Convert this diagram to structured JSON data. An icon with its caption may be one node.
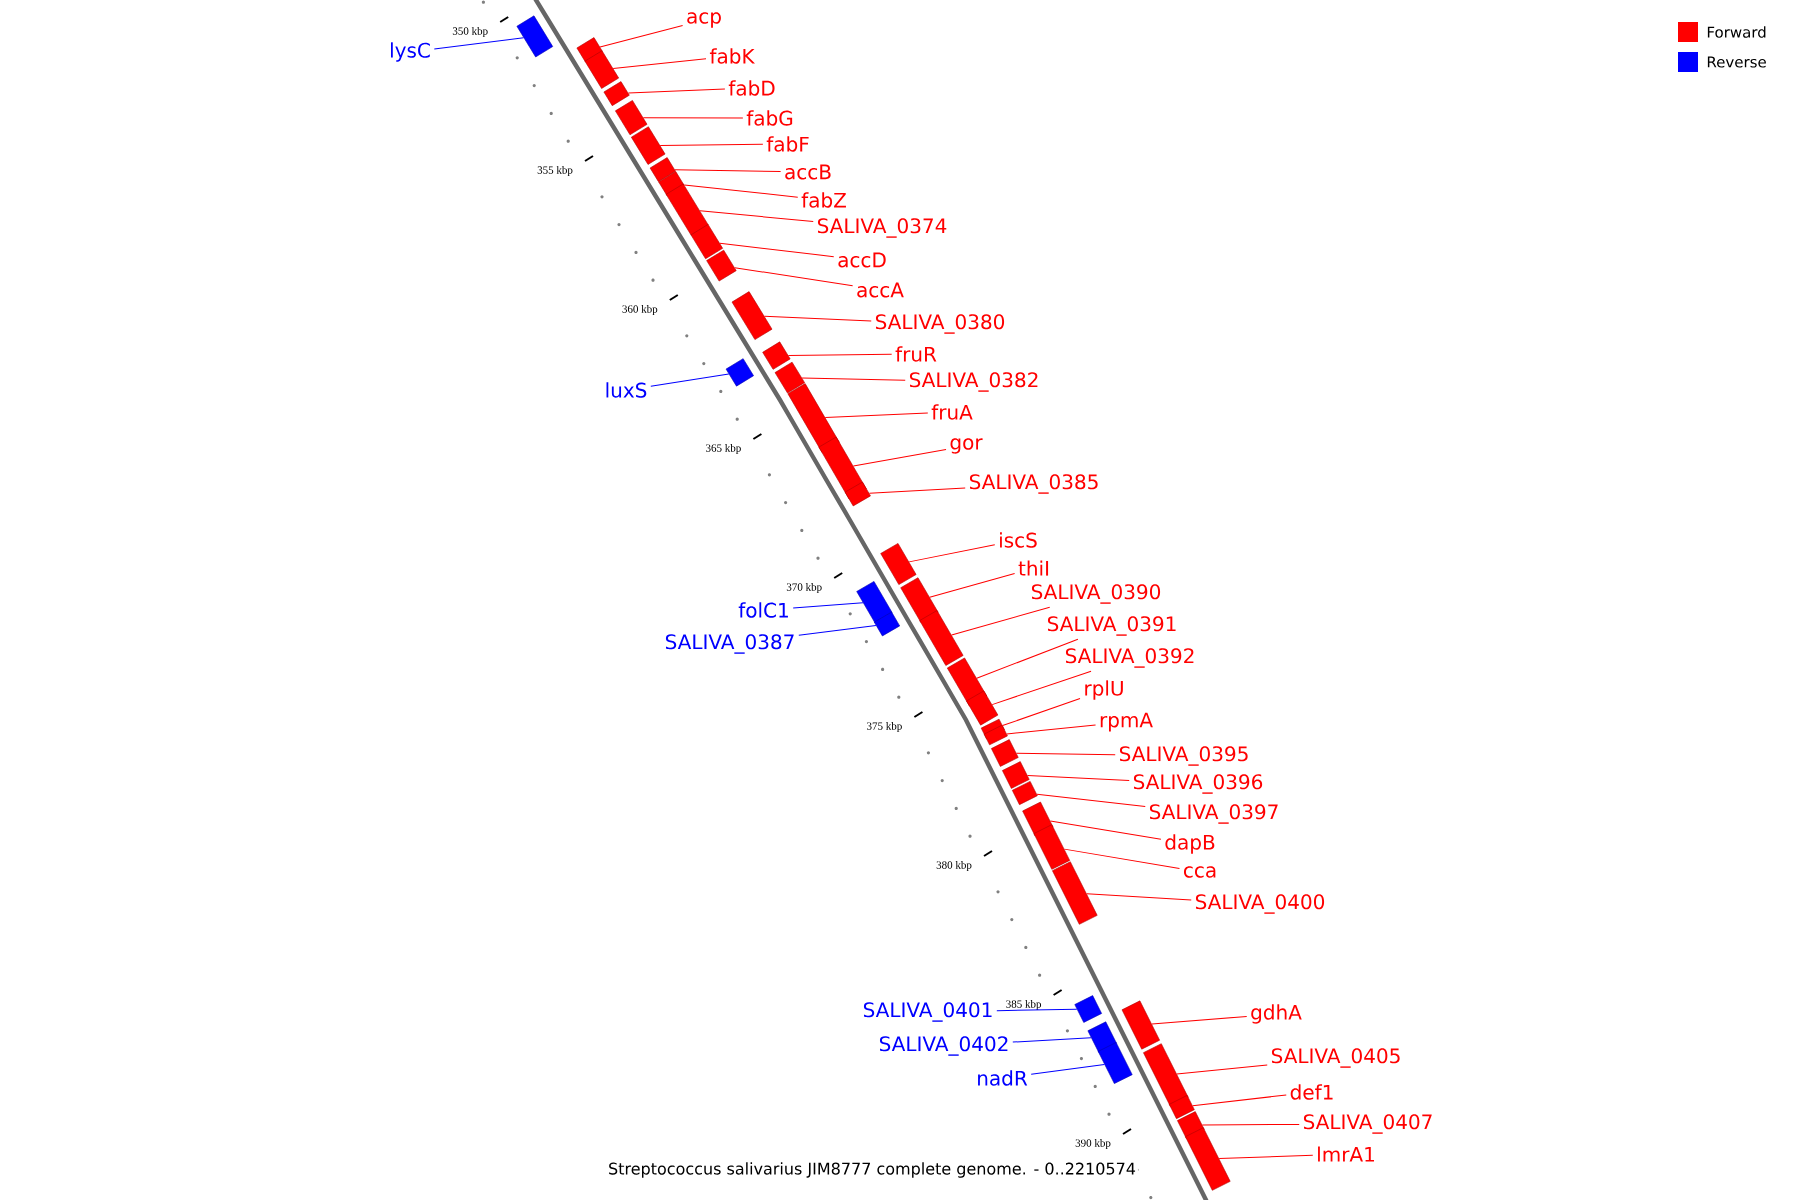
{
  "diagram": {
    "caption": "Streptococcus salivarius JIM8777 complete genome. - 0..2210574",
    "nodes": [
      {
        "text": [
          "lysC"
        ]
      },
      {
        "text": [],
        "shape": "bar"
      },
      {
        "text": [
          "acp"
        ]
      },
      {
        "text": [],
        "shape": "bar"
      },
      {
        "text": [
          "fabK"
        ]
      },
      {
        "text": [],
        "shape": "bar"
      },
      {
        "text": [
          "fabD"
        ]
      },
      {
        "text": [],
        "shape": "bar"
      },
      {
        "text": [
          "fabG"
        ]
      },
      {
        "text": [],
        "shape": "bar"
      },
      {
        "text": [
          "fabF"
        ]
      },
      {
        "text": [],
        "shape": "bar"
      },
      {
        "text": [
          "accB"
        ]
      },
      {
        "text": [],
        "shape": "bar"
      },
      {
        "text": [
          "fabZ"
        ]
      },
      {
        "text": [],
        "shape": "bar"
      },
      {
        "text": [
          "SALIVA_0374"
        ]
      },
      {
        "text": [],
        "shape": "bar"
      },
      {
        "text": [
          "accD"
        ]
      },
      {
        "text": [],
        "shape": "bar"
      },
      {
        "text": [
          "accA"
        ]
      },
      {
        "text": [],
        "shape": "bar"
      },
      {
        "text": [
          "SALIVA_0380"
        ]
      },
      {
        "text": [],
        "shape": "bar"
      },
      {
        "text": [
          "fruR"
        ]
      },
      {
        "text": [],
        "shape": "bar"
      },
      {
        "text": [
          "SALIVA_0382"
        ]
      },
      {
        "text": [],
        "shape": "bar"
      },
      {
        "text": [
          "luxS"
        ]
      },
      {
        "text": [],
        "shape": "bar"
      },
      {
        "text": [
          "fruA"
        ]
      },
      {
        "text": [],
        "shape": "bar"
      },
      {
        "text": [
          "gor"
        ]
      },
      {
        "text": [],
        "shape": "bar"
      },
      {
        "text": [
          "SALIVA_0385"
        ]
      },
      {
        "text": [],
        "shape": "bar"
      },
      {
        "text": [
          "iscS"
        ]
      },
      {
        "text": [],
        "shape": "bar"
      },
      {
        "text": [
          "thiI"
        ]
      },
      {
        "text": [],
        "shape": "bar"
      },
      {
        "text": [
          "SALIVA_0390"
        ]
      },
      {
        "text": [],
        "shape": "bar"
      },
      {
        "text": [
          "folC1"
        ]
      },
      {
        "text": [],
        "shape": "bar"
      },
      {
        "text": [
          "SALIVA_0391"
        ]
      },
      {
        "text": [],
        "shape": "bar"
      },
      {
        "text": [
          "SALIVA_0387"
        ]
      },
      {
        "text": [],
        "shape": "bar"
      },
      {
        "text": [
          "SALIVA_0392"
        ]
      },
      {
        "text": [],
        "shape": "bar"
      },
      {
        "text": [
          "rplU"
        ]
      },
      {
        "text": [],
        "shape": "bar"
      },
      {
        "text": [
          "rpmA"
        ]
      },
      {
        "text": [],
        "shape": "bar"
      },
      {
        "text": [
          "SALIVA_0395"
        ]
      },
      {
        "text": [],
        "shape": "bar"
      },
      {
        "text": [
          "SALIVA_0396"
        ]
      },
      {
        "text": [],
        "shape": "bar"
      },
      {
        "text": [
          "SALIVA_0397"
        ]
      },
      {
        "text": [],
        "shape": "bar"
      },
      {
        "text": [
          "dapB"
        ]
      },
      {
        "text": [],
        "shape": "bar"
      },
      {
        "text": [
          "cca"
        ]
      },
      {
        "text": [],
        "shape": "bar"
      },
      {
        "text": [
          "SALIVA_0400"
        ]
      },
      {
        "text": [],
        "shape": "bar"
      },
      {
        "text": [
          "SALIVA_0401"
        ]
      },
      {
        "text": [],
        "shape": "bar"
      },
      {
        "text": [
          "gdhA"
        ]
      },
      {
        "text": [],
        "shape": "bar"
      },
      {
        "text": [
          "SALIVA_0402"
        ]
      },
      {
        "text": [],
        "shape": "bar"
      },
      {
        "text": [
          "SALIVA_0405"
        ]
      },
      {
        "text": [],
        "shape": "bar"
      },
      {
        "text": [
          "nadR"
        ]
      },
      {
        "text": [],
        "shape": "bar"
      },
      {
        "text": [
          "def1"
        ]
      },
      {
        "text": [],
        "shape": "bar"
      },
      {
        "text": [
          "SALIVA_0407"
        ]
      },
      {
        "text": [],
        "shape": "bar"
      },
      {
        "text": [
          "lmrA1"
        ]
      },
      {
        "text": [],
        "shape": "bar"
      }
    ],
    "edges": [
      {
        "from": 0,
        "to": 1,
        "arrow": "none",
        "color": "#0000ff"
      },
      {
        "from": 2,
        "to": 3,
        "arrow": "none"
      },
      {
        "from": 4,
        "to": 5,
        "arrow": "none"
      },
      {
        "from": 6,
        "to": 7,
        "arrow": "none"
      },
      {
        "from": 8,
        "to": 9,
        "arrow": "none"
      },
      {
        "from": 10,
        "to": 11,
        "arrow": "none"
      },
      {
        "from": 12,
        "to": 13,
        "arrow": "none"
      },
      {
        "from": 14,
        "to": 15,
        "arrow": "none"
      },
      {
        "from": 16,
        "to": 17,
        "arrow": "none"
      },
      {
        "from": 18,
        "to": 19,
        "arrow": "none"
      },
      {
        "from": 20,
        "to": 21,
        "arrow": "none"
      },
      {
        "from": 22,
        "to": 23,
        "arrow": "none"
      },
      {
        "from": 24,
        "to": 25,
        "arrow": "none"
      },
      {
        "from": 26,
        "to": 27,
        "arrow": "none"
      },
      {
        "from": 28,
        "to": 29,
        "arrow": "none",
        "color": "#0000ff"
      },
      {
        "from": 30,
        "to": 31,
        "arrow": "none"
      },
      {
        "from": 32,
        "to": 33,
        "arrow": "none"
      },
      {
        "from": 34,
        "to": 35,
        "arrow": "none"
      },
      {
        "from": 36,
        "to": 37,
        "arrow": "none"
      },
      {
        "from": 38,
        "to": 39,
        "arrow": "none"
      },
      {
        "from": 40,
        "to": 41,
        "arrow": "none"
      },
      {
        "from": 42,
        "to": 43,
        "arrow": "none",
        "color": "#0000ff"
      },
      {
        "from": 44,
        "to": 45,
        "arrow": "none"
      },
      {
        "from": 46,
        "to": 47,
        "arrow": "none",
        "color": "#0000ff"
      },
      {
        "from": 48,
        "to": 49,
        "arrow": "none"
      },
      {
        "from": 50,
        "to": 51,
        "arrow": "none"
      },
      {
        "from": 52,
        "to": 53,
        "arrow": "none"
      },
      {
        "from": 54,
        "to": 55,
        "arrow": "none"
      },
      {
        "from": 56,
        "to": 57,
        "arrow": "none"
      },
      {
        "from": 58,
        "to": 59,
        "arrow": "none"
      },
      {
        "from": 60,
        "to": 61,
        "arrow": "none"
      },
      {
        "from": 62,
        "to": 63,
        "arrow": "none"
      },
      {
        "from": 64,
        "to": 65,
        "arrow": "none"
      },
      {
        "from": 66,
        "to": 67,
        "arrow": "none",
        "color": "#0000ff"
      },
      {
        "from": 68,
        "to": 69,
        "arrow": "none"
      },
      {
        "from": 70,
        "to": 71,
        "arrow": "none",
        "color": "#0000ff"
      },
      {
        "from": 72,
        "to": 73,
        "arrow": "none"
      },
      {
        "from": 74,
        "to": 75,
        "arrow": "none",
        "color": "#0000ff"
      },
      {
        "from": 76,
        "to": 77,
        "arrow": "none"
      },
      {
        "from": 78,
        "to": 79,
        "arrow": "none"
      },
      {
        "from": 80,
        "to": 81,
        "arrow": "none"
      }
    ],
    "labels": [
      "350 kbp",
      "355 kbp",
      "360 kbp",
      "365 kbp",
      "370 kbp",
      "375 kbp",
      "380 kbp",
      "385 kbp",
      "390 kbp"
    ],
    "legend": [
      {
        "text": "Forward",
        "color": "#ff0000"
      },
      {
        "text": "Reverse",
        "color": "#0000ff"
      }
    ]
  }
}
